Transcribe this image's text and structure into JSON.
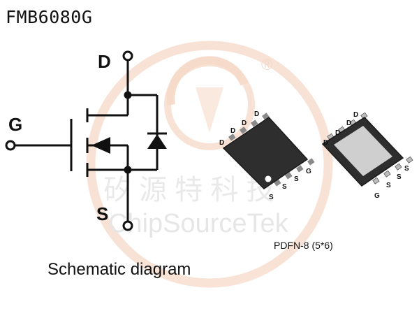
{
  "part_number": "FMB6080G",
  "watermark": {
    "chinese_text": "矽 源 特 科 技",
    "brand_text": "ChipSourceTek",
    "registered_mark": "®"
  },
  "schematic": {
    "caption": "Schematic diagram",
    "pin_labels": {
      "drain": "D",
      "gate": "G",
      "source": "S"
    }
  },
  "package": {
    "label": "PDFN-8 (5*6)",
    "top_view_pins": {
      "drain": [
        "D",
        "D",
        "D",
        "D"
      ],
      "source": [
        "S",
        "S",
        "S"
      ],
      "gate": "G"
    },
    "bottom_view_pins": {
      "drain": [
        "D",
        "D",
        "D",
        "D"
      ],
      "source": [
        "S",
        "S",
        "S"
      ],
      "gate": "G"
    }
  },
  "colors": {
    "watermark": "#f3ccb4",
    "package_body": "#2e2e2e",
    "exposed_pad": "#cfcfcf",
    "line": "#111111"
  }
}
